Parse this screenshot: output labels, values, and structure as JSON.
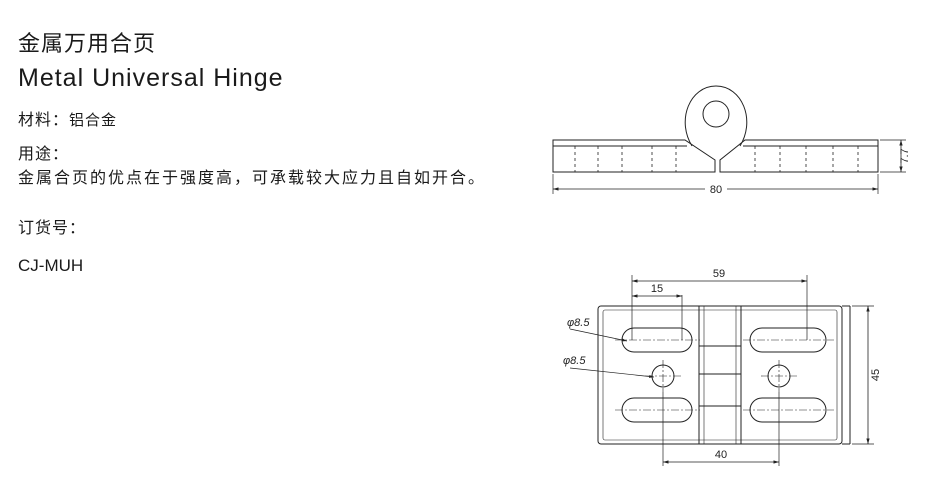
{
  "product": {
    "title_cn": "金属万用合页",
    "title_en": "Metal Universal Hinge"
  },
  "material": {
    "label": "材料：",
    "value": "铝合金"
  },
  "usage": {
    "label": "用途：",
    "description": "金属合页的优点在于强度高，可承载较大应力且自如开合。"
  },
  "order": {
    "label": "订货号：",
    "code": "CJ-MUH"
  },
  "drawing": {
    "side_view": {
      "length": "80",
      "thickness": "7.7"
    },
    "top_view": {
      "hole_pitch": "59",
      "slot_length": "15",
      "slot_dia": "φ8.5",
      "hole_dia": "φ8.5",
      "height": "45",
      "center_distance": "40"
    }
  }
}
